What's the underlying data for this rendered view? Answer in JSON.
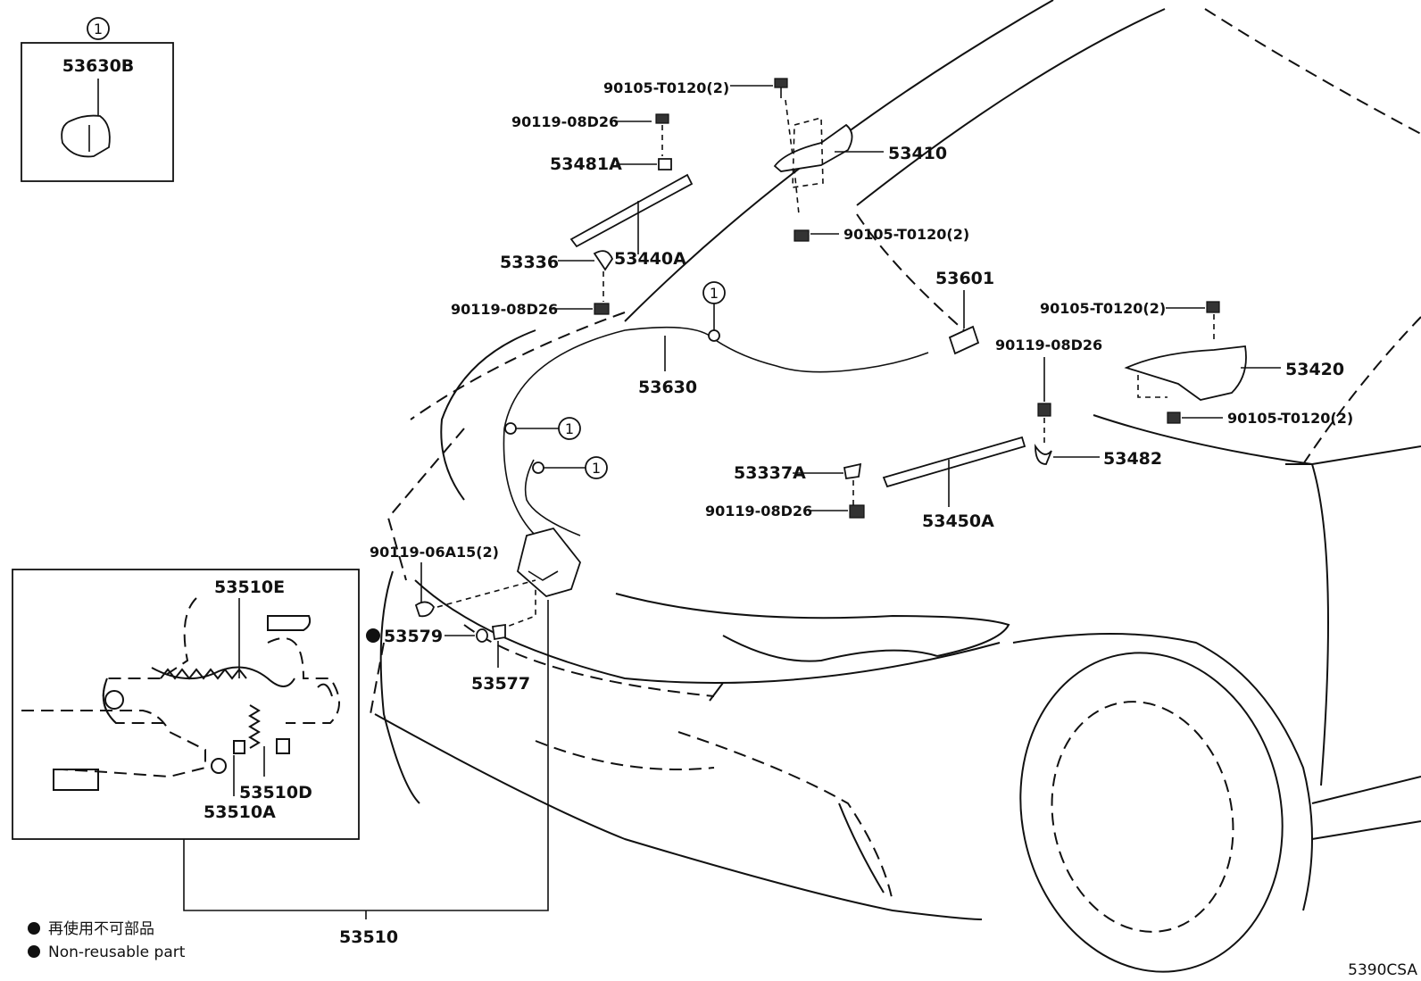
{
  "labels": {
    "p53630B": "53630B",
    "p90105_top": "90105-T0120(2)",
    "p90119_a": "90119-08D26",
    "p53481A": "53481A",
    "p53410": "53410",
    "p53336": "53336",
    "p53440A": "53440A",
    "p90105_mid": "90105-T0120(2)",
    "p90119_b": "90119-08D26",
    "p53601": "53601",
    "p90105_r1": "90105-T0120(2)",
    "p90119_c": "90119-08D26",
    "p53420": "53420",
    "p53630": "53630",
    "p90105_r2": "90105-T0120(2)",
    "p53337A": "53337A",
    "p53482": "53482",
    "p90119_d": "90119-08D26",
    "p53450A": "53450A",
    "p90119_06A15": "90119-06A15(2)",
    "p53579": "53579",
    "p53577": "53577",
    "p53510E": "53510E",
    "p53510D": "53510D",
    "p53510A": "53510A",
    "p53510": "53510"
  },
  "ref_marker": "1",
  "legend": {
    "line1": "再使用不可部品",
    "line2": "Non-reusable part"
  },
  "figure_code": "5390CSA"
}
